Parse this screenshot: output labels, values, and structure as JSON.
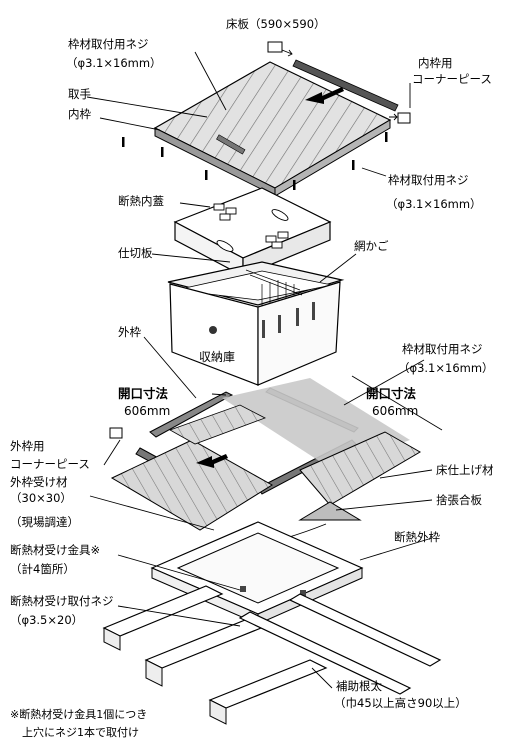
{
  "labels": {
    "floor_board": "床板（590×590）",
    "frame_screw_top": "枠材取付用ネジ",
    "frame_screw_top_spec": "（φ3.1×16mm）",
    "inner_corner_1": "内枠用",
    "inner_corner_2": "コーナーピース",
    "handle": "取手",
    "inner_frame": "内枠",
    "frame_screw_mid": "枠材取付用ネジ",
    "frame_screw_mid_spec": "（φ3.1×16mm）",
    "insulation_lid": "断熱内蓋",
    "partition": "仕切板",
    "net_basket": "網かご",
    "outer_frame": "外枠",
    "storage_box": "収納庫",
    "frame_screw_low": "枠材取付用ネジ",
    "frame_screw_low_spec": "（φ3.1×16mm）",
    "opening_left": "開口寸法",
    "opening_left_val": "606mm",
    "opening_right": "開口寸法",
    "opening_right_val": "606mm",
    "outer_corner_1": "外枠用",
    "outer_corner_2": "コーナーピース",
    "floor_finish": "床仕上げ材",
    "outer_support_1": "外枠受け材",
    "outer_support_2": "（30×30）",
    "plywood": "捨張合板",
    "local_supply": "（現場調達）",
    "insulation_outer": "断熱外枠",
    "bracket_1": "断熱材受け金具※",
    "bracket_2": "（計4箇所）",
    "bracket_screw_1": "断熱材受け取付ネジ",
    "bracket_screw_2": "（φ3.5×20）",
    "joist_1": "補助根太",
    "joist_2": "（巾45以上高さ90以上）",
    "note_1": "※断熱材受け金具1個につき",
    "note_2": "上穴にネジ1本で取付け"
  },
  "colors": {
    "wood": "#dcdcdc",
    "wood_dark": "#b9b9b9",
    "part_fill": "#ffffff",
    "metal": "#8a8a8a",
    "shadow": "#cfcfcf"
  },
  "icons": [
    "arrow-icon",
    "screw-icon",
    "corner-piece-icon"
  ]
}
